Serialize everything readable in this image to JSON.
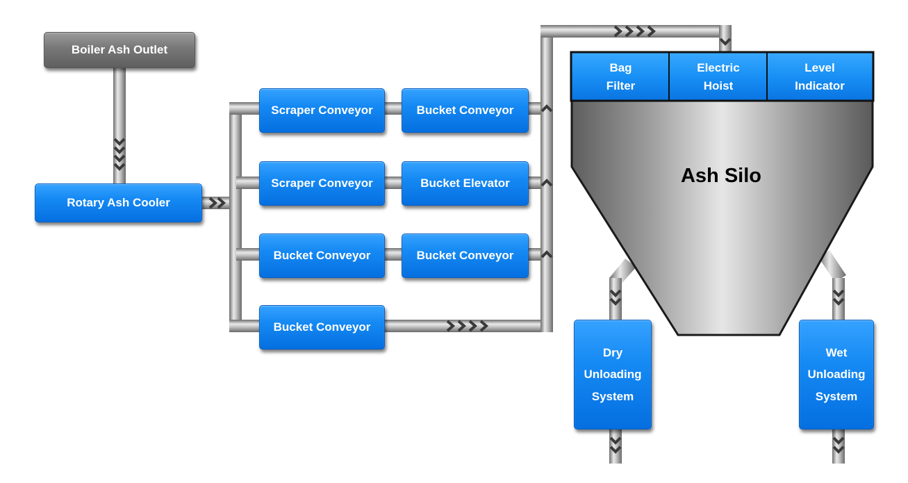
{
  "diagram": {
    "source": "Boiler Ash Outlet",
    "cooler": "Rotary Ash Cooler",
    "lines": [
      {
        "first": "Scraper Conveyor",
        "second": "Bucket Conveyor"
      },
      {
        "first": "Scraper Conveyor",
        "second": "Bucket Elevator"
      },
      {
        "first": "Bucket Conveyor",
        "second": "Bucket Conveyor"
      },
      {
        "first": "Bucket Conveyor"
      }
    ],
    "silo": {
      "label": "Ash Silo",
      "top_modules": [
        "Bag\nFilter",
        "Electric\nHoist",
        "Level\nIndicator"
      ]
    },
    "outputs": {
      "dry": "Dry\nUnloading\nSystem",
      "wet": "Wet\nUnloading\nSystem"
    },
    "colors": {
      "box_blue": "#0a7ef0",
      "box_gray": "#777777",
      "pipe_gray": "#9a9a9a",
      "silo_gray": "#a8a8a8"
    }
  }
}
